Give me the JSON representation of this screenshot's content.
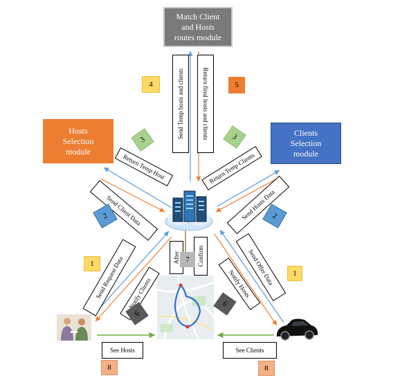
{
  "modules": {
    "match": "Match Client\nand Hosts\nroutes module",
    "hosts": "Hosts\nSelection\nmodule",
    "clients": "Clients\nSelection\nmodule"
  },
  "labels": {
    "send_temp": "Send Temp hosts and clients",
    "return_final": "Return final hosts and clients",
    "return_temp_host": "Return Temp Host",
    "return_temp_clients": "Return Temp Clients",
    "send_client_data": "Send Client Data",
    "send_hosts_data": "Send Hosts Data",
    "send_request_data": "Send Request Data",
    "send_offer_data": "Send Offer Data",
    "notify_clients": "Notify Clients",
    "notify_hosts": "Notify Hosts",
    "after": "After",
    "confirm": "Confirm",
    "see_hosts": "See Hosts",
    "see_clients": "See Clients"
  },
  "badges": {
    "b4": "4",
    "b5": "5",
    "b3_left": "3",
    "b3_right": "3",
    "b2_left": "2",
    "b2_right": "2",
    "b1_left": "1",
    "b1_right": "1",
    "b7": "7",
    "b6_left": "6",
    "b6_right": "6",
    "b8_left": "8",
    "b8_right": "8"
  },
  "colors": {
    "arrow_blue": "#5b9bd5",
    "arrow_orange": "#ed7d31",
    "arrow_green": "#70ad47",
    "arrow_brown": "#7f6000"
  },
  "icons": {
    "server": "server-cloud-icon",
    "map": "route-map-icon",
    "people": "people-icon",
    "car": "car-icon"
  }
}
